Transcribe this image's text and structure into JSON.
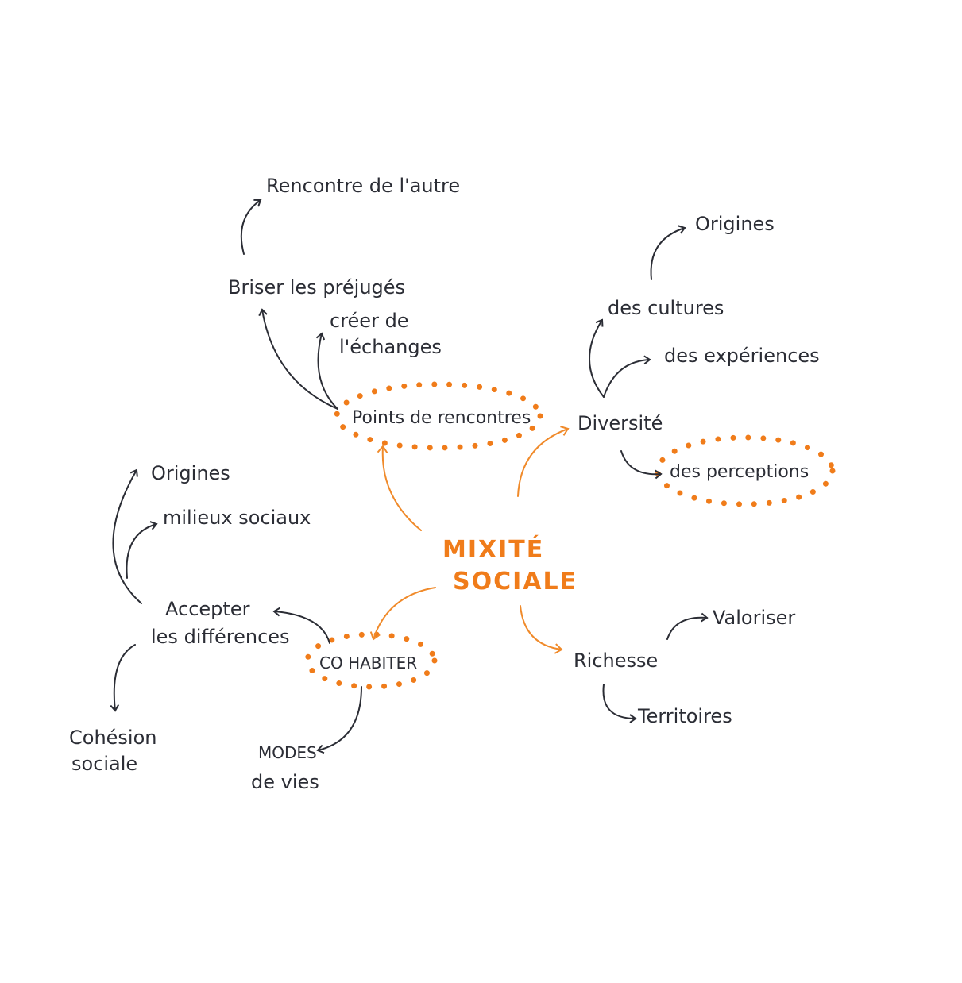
{
  "colors": {
    "ink": "#2b2d35",
    "accent": "#f07c1a"
  },
  "center": {
    "line1": "MIXITÉ",
    "line2": "SOCIALE"
  },
  "nodes": {
    "rencontre": "Rencontre de l'autre",
    "briser": "Briser les préjugés",
    "creer_1": "créer de",
    "creer_2": "l'échanges",
    "points": "Points de rencontres",
    "diversite": "Diversité",
    "origines_right": "Origines",
    "cultures": "des cultures",
    "experiences": "des expériences",
    "perceptions": "des perceptions",
    "origines_left": "Origines",
    "milieux": "milieux sociaux",
    "accepter_1": "Accepter",
    "accepter_2": "les différences",
    "cohabiter": "CO HABITER",
    "cohesion_1": "Cohésion",
    "cohesion_2": "sociale",
    "modes_1": "MODES",
    "modes_2": "de vies",
    "valoriser": "Valoriser",
    "richesse": "Richesse",
    "territoires": "Territoires"
  }
}
